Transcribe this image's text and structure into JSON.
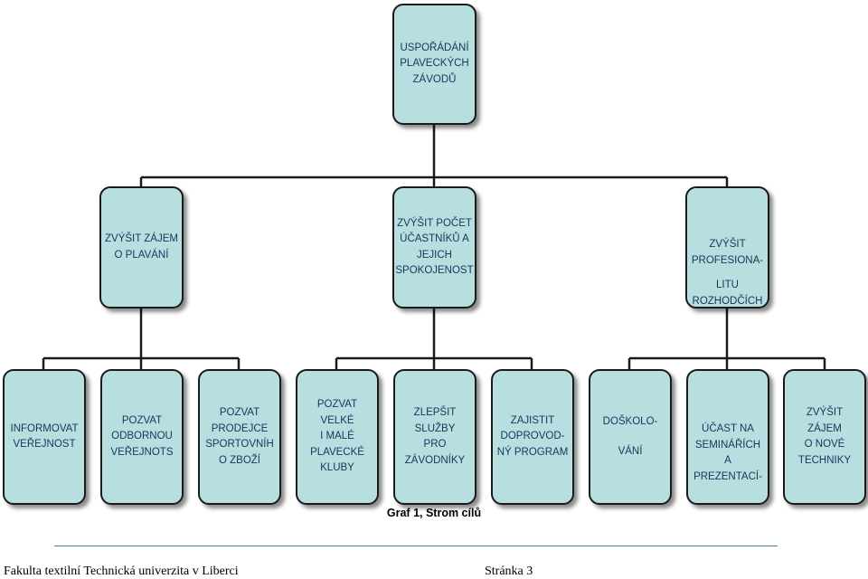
{
  "diagram": {
    "root": [
      "USPOŘÁDÁNÍ",
      "PLAVECKÝCH",
      "ZÁVODŮ"
    ],
    "level2": [
      [
        "ZVÝŠIT ZÁJEM",
        "O PLAVÁNÍ"
      ],
      [
        "ZVÝŠIT POČET",
        "ÚČASTNÍKŮ A",
        "JEJICH",
        "SPOKOJENOST"
      ],
      [
        "ZVÝŠIT",
        "PROFESIONA-",
        "",
        "LITU",
        "ROZHODČÍCH"
      ]
    ],
    "level3": [
      [
        "INFORMOVAT",
        "VEŘEJNOST"
      ],
      [
        "POZVAT",
        "ODBORNOU",
        "VEŘEJNOTS"
      ],
      [
        "POZVAT",
        "PRODEJCE",
        "SPORTOVNÍH",
        "O ZBOŽÍ"
      ],
      [
        "POZVAT VELKÉ",
        "I MALÉ",
        "PLAVECKÉ",
        "KLUBY"
      ],
      [
        "ZLEPŠIT SLUŽBY",
        "PRO",
        "ZÁVODNÍKY"
      ],
      [
        "ZAJISTIT",
        "DOPROVOD-",
        "NÝ PROGRAM"
      ],
      [
        "DOŠKOLO-",
        "",
        "VÁNÍ"
      ],
      [
        "ÚČAST NA",
        "SEMINÁŘÍCH",
        "A",
        "PREZENTACÍ-"
      ],
      [
        "ZVÝŠIT ZÁJEM",
        "O NOVÉ",
        "TECHNIKY"
      ]
    ]
  },
  "caption": "Graf 1, Strom cílů",
  "footer": {
    "left": "Fakulta textilní Technická univerzita v Liberci",
    "right": "Stránka 3"
  },
  "colors": {
    "box_fill": "#b7dfe0",
    "box_border": "#1a1a1a",
    "box_text": "#17365d"
  }
}
